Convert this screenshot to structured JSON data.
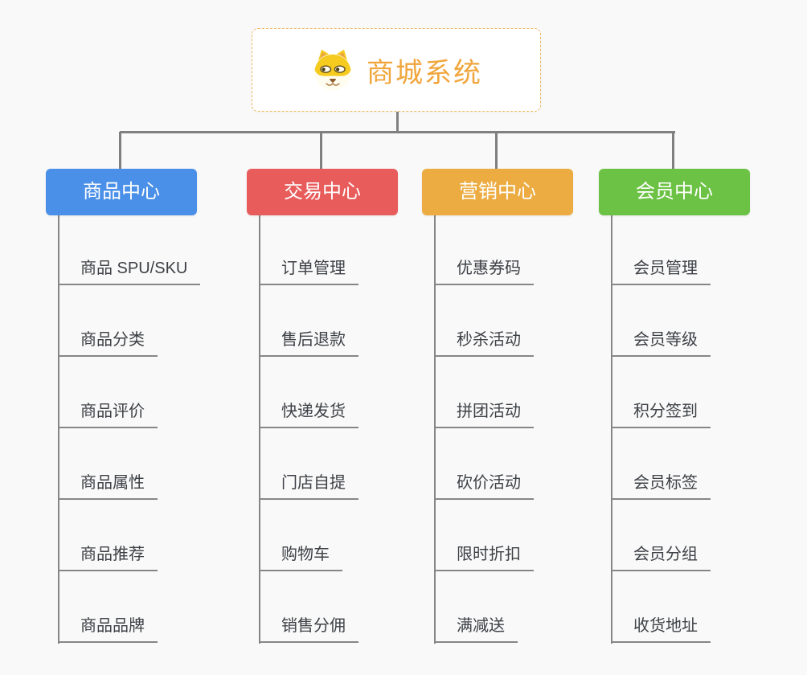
{
  "root": {
    "title": "商城系统",
    "icon": "dog-face-icon"
  },
  "branches": [
    {
      "label": "商品中心",
      "color": "#4A8FE8",
      "children": [
        "商品 SPU/SKU",
        "商品分类",
        "商品评价",
        "商品属性",
        "商品推荐",
        "商品品牌"
      ]
    },
    {
      "label": "交易中心",
      "color": "#E85C5C",
      "children": [
        "订单管理",
        "售后退款",
        "快递发货",
        "门店自提",
        "购物车",
        "销售分佣"
      ]
    },
    {
      "label": "营销中心",
      "color": "#ECAC41",
      "children": [
        "优惠券码",
        "秒杀活动",
        "拼团活动",
        "砍价活动",
        "限时折扣",
        "满减送"
      ]
    },
    {
      "label": "会员中心",
      "color": "#6CC244",
      "children": [
        "会员管理",
        "会员等级",
        "积分签到",
        "会员标签",
        "会员分组",
        "收货地址"
      ]
    }
  ],
  "colors": {
    "background": "#F9F9F9",
    "connector": "#808080",
    "root_border": "#F1B961",
    "root_text": "#F0A63C",
    "leaf_text": "#3D4045"
  }
}
